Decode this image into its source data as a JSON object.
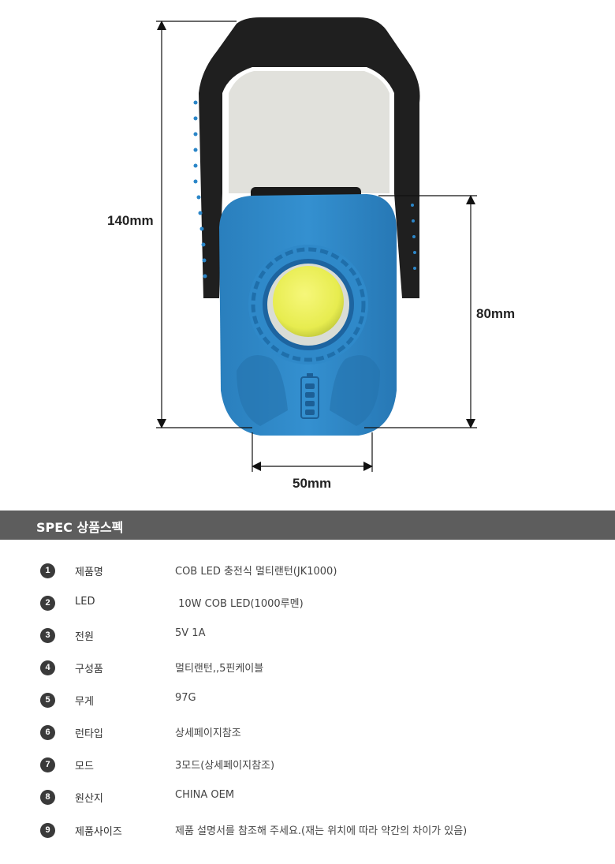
{
  "dimensions": {
    "height_total": "140mm",
    "height_body": "80mm",
    "width": "50mm"
  },
  "colors": {
    "body_blue": "#2c86c6",
    "handle_black": "#1e1e1e",
    "led_yellow": "#eef05a",
    "spec_bar": "#5d5d5d"
  },
  "spec": {
    "title": "SPEC 상품스펙",
    "rows": [
      {
        "num": "1",
        "key": "제품명",
        "value": "COB LED 충전식 멀티랜턴(JK1000)"
      },
      {
        "num": "2",
        "key": "LED",
        "value": " 10W COB LED(1000루멘)"
      },
      {
        "num": "3",
        "key": "전원",
        "value": "5V 1A"
      },
      {
        "num": "4",
        "key": "구성품",
        "value": "멀티랜턴,,5핀케이블"
      },
      {
        "num": "5",
        "key": "무게",
        "value": "97G"
      },
      {
        "num": "6",
        "key": "런타입",
        "value": "상세페이지참조"
      },
      {
        "num": "7",
        "key": "모드",
        "value": "3모드(상세페이지참조)"
      },
      {
        "num": "8",
        "key": "원산지",
        "value": "CHINA OEM"
      },
      {
        "num": "9",
        "key": "제품사이즈",
        "value": "제품 설명서를 참조해 주세요.(재는 위치에 따라 약간의 차이가 있음)"
      }
    ]
  }
}
